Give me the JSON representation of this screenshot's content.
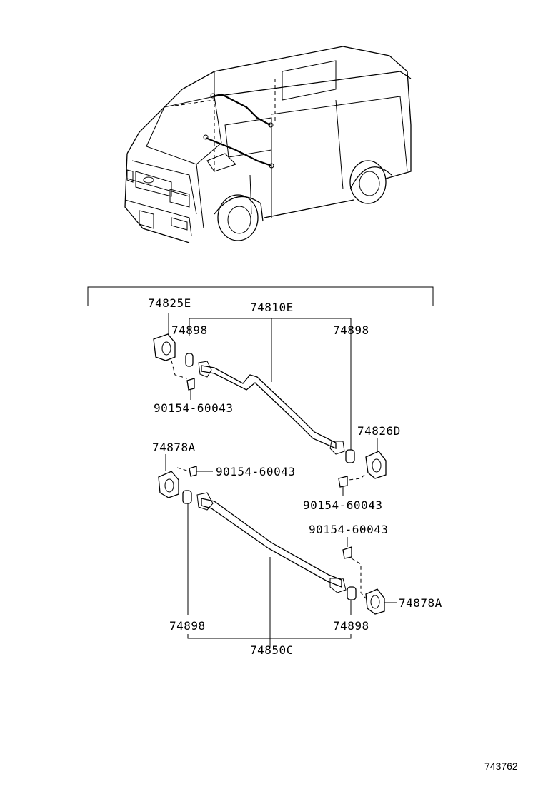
{
  "labels": {
    "l_74825E": "74825E",
    "l_74810E": "74810E",
    "l_74898_tl": "74898",
    "l_74898_tr": "74898",
    "l_90154_a": "90154-60043",
    "l_74826D": "74826D",
    "l_74878A_l": "74878A",
    "l_90154_b": "90154-60043",
    "l_90154_c": "90154-60043",
    "l_90154_d": "90154-60043",
    "l_74878A_r": "74878A",
    "l_74898_bl": "74898",
    "l_74898_br": "74898",
    "l_74850C": "74850C"
  },
  "figure_number": "743762"
}
